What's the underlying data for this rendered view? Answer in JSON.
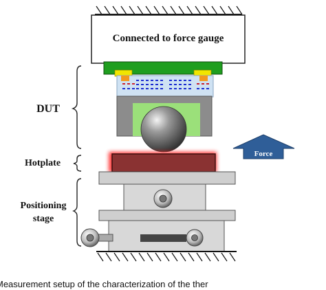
{
  "labels": {
    "gauge": "Connected to force gauge",
    "dut": "DUT",
    "hotplate": "Hotplate",
    "positioning": "Positioning",
    "stage": "stage",
    "force": "Force"
  },
  "caption": "Measurement setup of the characterization of the ther",
  "colors": {
    "gauge_box": "#ffffff",
    "pcb_green": "#1f9e1f",
    "pad_yellow": "#f2e600",
    "solder_orange": "#f39a1e",
    "die_lightblue": "#cfe2f3",
    "trace_blue": "#1a2bd0",
    "trace_red": "#cc1f2c",
    "fixture_gray": "#8c8c8c",
    "fixture_green": "#9be07a",
    "hotplate_brown": "#8a3232",
    "hotplate_glow": "#ff1f1f",
    "stage_gray": "#cfcfcf",
    "force_arrow": "#2f5e98"
  },
  "icons": [
    "hatched-ground-icon",
    "steel-ball-icon",
    "up-arrow-icon",
    "adjustment-knob-icon",
    "bracket-icon"
  ]
}
